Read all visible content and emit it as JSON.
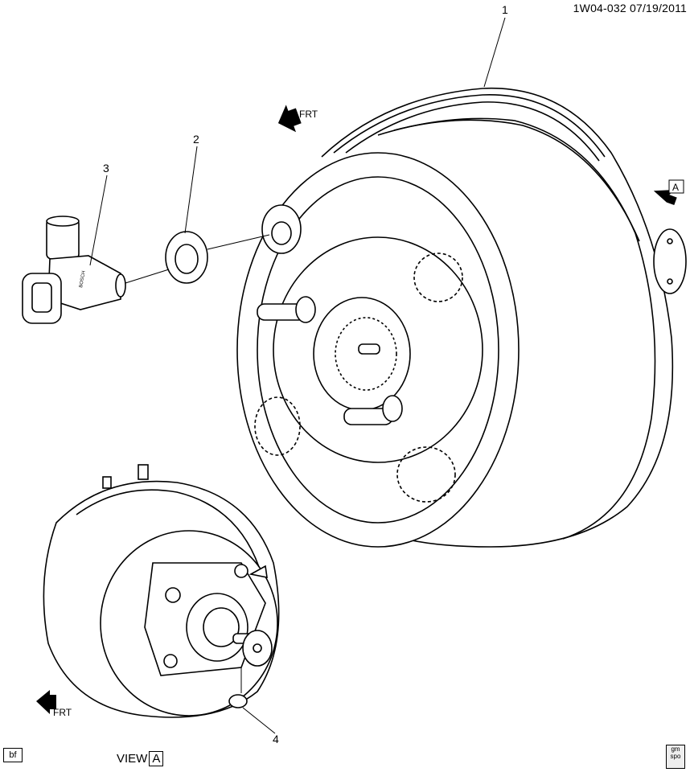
{
  "header": {
    "drawing_id": "1W04-032",
    "date": "07/19/2011"
  },
  "callouts": [
    "1",
    "2",
    "3",
    "4"
  ],
  "frt_label": "FRT",
  "view_marker": "A",
  "footer": {
    "tag": "bf",
    "view_label": "VIEW",
    "view_letter": "A",
    "logo_text": "gm spo"
  },
  "sensor_brand": "BOSCH"
}
